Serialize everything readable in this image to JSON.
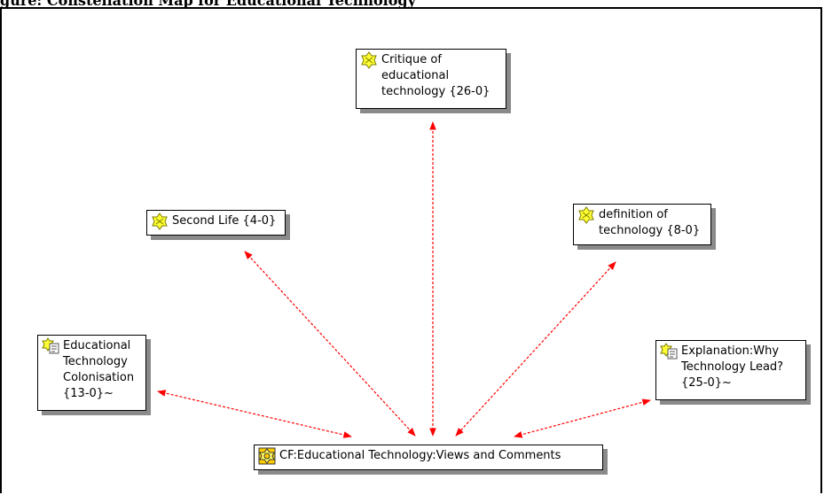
{
  "heading": "gure: Constellation Map for Educational Technology",
  "nodes": {
    "central": {
      "label": "CF:Educational Technology:Views and Comments",
      "icon": "central-topic-icon"
    },
    "critique": {
      "label": "Critique of\neducational\ntechnology {26-0}",
      "icon": "topic-icon"
    },
    "second_life": {
      "label": "Second Life {4-0}",
      "icon": "topic-icon"
    },
    "definition": {
      "label": "definition of\ntechnology {8-0}",
      "icon": "topic-icon"
    },
    "colonisation": {
      "label": "Educational\nTechnology\nColonisation\n{13-0}~",
      "icon": "discussion-topic-icon"
    },
    "explanation": {
      "label": "Explanation:Why\nTechnology Lead?\n{25-0}~",
      "icon": "discussion-topic-icon"
    }
  },
  "colors": {
    "link": "#ff0000",
    "icon_fill": "#ffff33",
    "icon_stroke": "#7a7a00",
    "shadow": "#8a8a8a"
  }
}
